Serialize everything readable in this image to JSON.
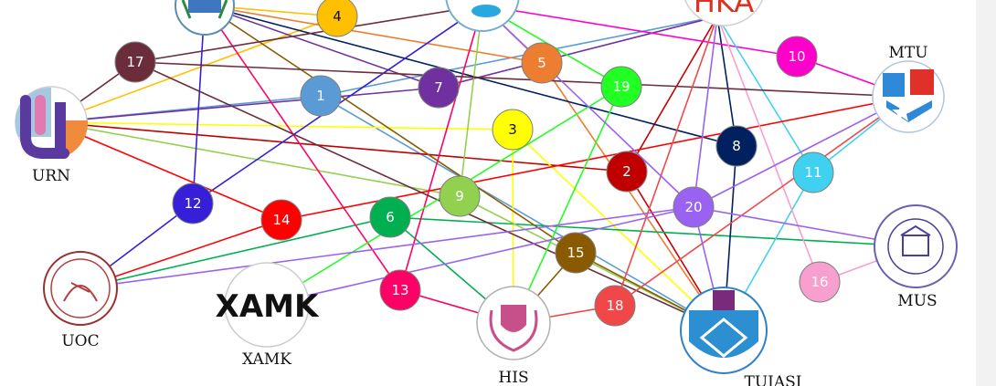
{
  "diagram": {
    "colors": {
      "1": "#5b9bd5",
      "2": "#c00000",
      "3": "#ffff00",
      "4": "#ffc000",
      "5": "#ed7d31",
      "6": "#00b050",
      "7": "#7030a0",
      "8": "#002060",
      "9": "#92d050",
      "10": "#ff00cc",
      "11": "#41d1f0",
      "12": "#3520d8",
      "13": "#ff0066",
      "14": "#ff0000",
      "15": "#8a5a00",
      "16": "#f79fcf",
      "17": "#6b2d3a",
      "18": "#f04848",
      "19": "#22ff22",
      "20": "#9a62f0"
    },
    "numbered_nodes": [
      "1",
      "2",
      "3",
      "4",
      "5",
      "6",
      "7",
      "8",
      "9",
      "10",
      "11",
      "12",
      "13",
      "14",
      "15",
      "16",
      "17",
      "18",
      "19",
      "20"
    ],
    "institutions": [
      {
        "id": "URN",
        "label": "URN"
      },
      {
        "id": "MTU",
        "label": "MTU"
      },
      {
        "id": "MUS",
        "label": "MUS"
      },
      {
        "id": "UOC",
        "label": "UOC"
      },
      {
        "id": "XAMK",
        "label": "XAMK",
        "logo_text": "XAMK"
      },
      {
        "id": "HIS",
        "label": "HIS"
      },
      {
        "id": "TUIASI",
        "label": "TUIASI"
      },
      {
        "id": "HKA",
        "label": "",
        "logo_text": "HKA"
      },
      {
        "id": "TOPL",
        "label": ""
      },
      {
        "id": "TOPM",
        "label": ""
      }
    ],
    "edges": [
      [
        "1",
        "URN"
      ],
      [
        "1",
        "HKA"
      ],
      [
        "1",
        "TUIASI"
      ],
      [
        "2",
        "URN"
      ],
      [
        "2",
        "HKA"
      ],
      [
        "2",
        "TUIASI"
      ],
      [
        "3",
        "URN"
      ],
      [
        "3",
        "HIS"
      ],
      [
        "3",
        "TUIASI"
      ],
      [
        "4",
        "URN"
      ],
      [
        "4",
        "TOPL"
      ],
      [
        "5",
        "TOPL"
      ],
      [
        "5",
        "TOPM"
      ],
      [
        "5",
        "TUIASI"
      ],
      [
        "6",
        "UOC"
      ],
      [
        "6",
        "HIS"
      ],
      [
        "6",
        "MUS"
      ],
      [
        "7",
        "URN"
      ],
      [
        "7",
        "TOPL"
      ],
      [
        "7",
        "HKA"
      ],
      [
        "8",
        "TOPL"
      ],
      [
        "8",
        "HKA"
      ],
      [
        "8",
        "TUIASI"
      ],
      [
        "9",
        "URN"
      ],
      [
        "9",
        "TOPM"
      ],
      [
        "9",
        "TUIASI"
      ],
      [
        "10",
        "TOPM"
      ],
      [
        "10",
        "MTU"
      ],
      [
        "11",
        "HKA"
      ],
      [
        "11",
        "MTU"
      ],
      [
        "11",
        "TUIASI"
      ],
      [
        "12",
        "TOPL"
      ],
      [
        "12",
        "UOC"
      ],
      [
        "12",
        "TOPM"
      ],
      [
        "13",
        "TOPL"
      ],
      [
        "13",
        "HIS"
      ],
      [
        "13",
        "TOPM"
      ],
      [
        "14",
        "URN"
      ],
      [
        "14",
        "UOC"
      ],
      [
        "14",
        "MTU"
      ],
      [
        "15",
        "TOPL"
      ],
      [
        "15",
        "HIS"
      ],
      [
        "15",
        "TUIASI"
      ],
      [
        "16",
        "HKA"
      ],
      [
        "16",
        "MUS"
      ],
      [
        "17",
        "URN"
      ],
      [
        "17",
        "TOPM"
      ],
      [
        "17",
        "MTU"
      ],
      [
        "17",
        "TUIASI"
      ],
      [
        "18",
        "HIS"
      ],
      [
        "18",
        "HKA"
      ],
      [
        "18",
        "MTU"
      ],
      [
        "19",
        "XAMK"
      ],
      [
        "19",
        "HIS"
      ],
      [
        "19",
        "TOPM"
      ],
      [
        "20",
        "UOC"
      ],
      [
        "20",
        "XAMK"
      ],
      [
        "20",
        "HKA"
      ],
      [
        "20",
        "TUIASI"
      ],
      [
        "20",
        "MUS"
      ],
      [
        "20",
        "MTU"
      ],
      [
        "20",
        "TOPM"
      ]
    ]
  }
}
